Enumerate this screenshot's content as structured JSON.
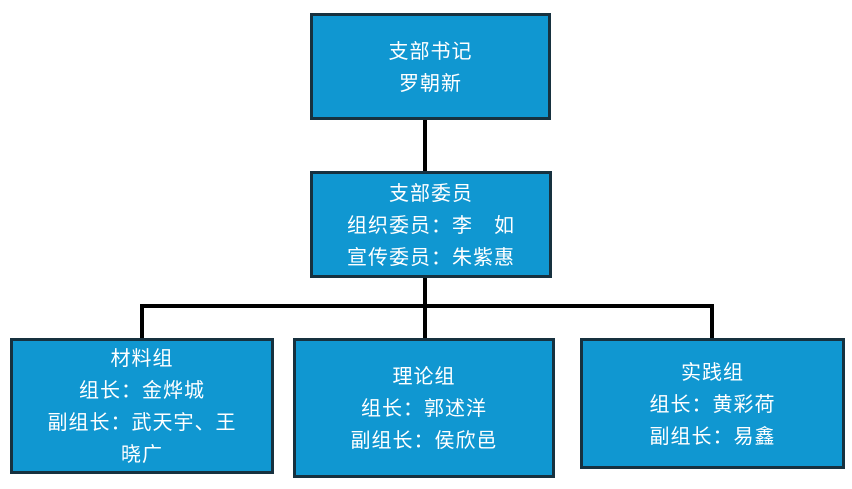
{
  "diagram": {
    "type": "org-chart",
    "colors": {
      "box_fill": "#1097d1",
      "box_border": "#17313f",
      "connector": "#000000",
      "text": "#ffffff",
      "background": "#ffffff"
    },
    "nodes": {
      "secretary": {
        "role": "branch-secretary",
        "lines": [
          "支部书记",
          "罗朝新"
        ]
      },
      "committee": {
        "role": "branch-committee",
        "lines": [
          "支部委员",
          "组织委员：李　如",
          "宣传委员：朱紫惠"
        ]
      },
      "material_group": {
        "role": "material-group",
        "lines": [
          "材料组",
          "组长：金烨城",
          "副组长：武天宇、王",
          "晓广"
        ]
      },
      "theory_group": {
        "role": "theory-group",
        "lines": [
          "理论组",
          "组长：郭述洋",
          "副组长：侯欣邑"
        ]
      },
      "practice_group": {
        "role": "practice-group",
        "lines": [
          "实践组",
          "组长：黄彩荷",
          "副组长：易鑫"
        ]
      }
    }
  }
}
